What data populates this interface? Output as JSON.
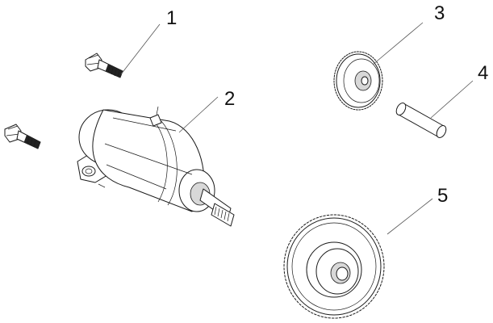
{
  "callouts": [
    {
      "id": "1",
      "label": "1",
      "part": "bolt"
    },
    {
      "id": "2",
      "label": "2",
      "part": "starter-motor"
    },
    {
      "id": "3",
      "label": "3",
      "part": "idle-gear"
    },
    {
      "id": "4",
      "label": "4",
      "part": "gear-shaft"
    },
    {
      "id": "5",
      "label": "5",
      "part": "starter-clutch-gear"
    }
  ],
  "colors": {
    "line": "#1a1a1a",
    "leader": "#555555",
    "background": "#ffffff"
  }
}
